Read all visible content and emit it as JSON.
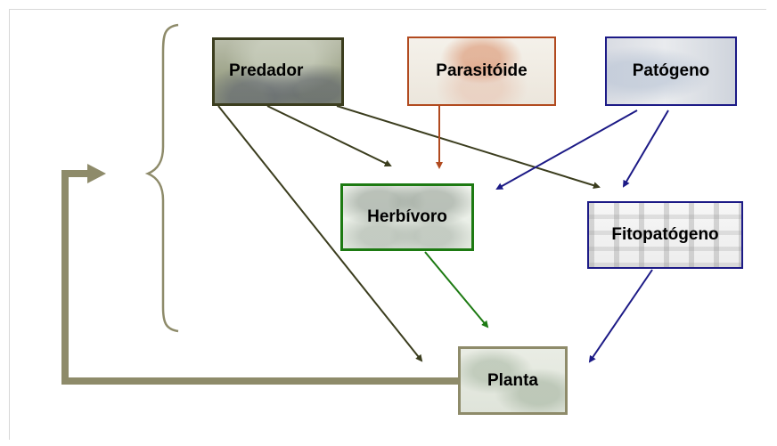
{
  "nodes": {
    "predador": {
      "label": "Predador"
    },
    "parasitoide": {
      "label": "Parasitóide"
    },
    "patogeno": {
      "label": "Patógeno"
    },
    "herbivoro": {
      "label": "Herbívoro"
    },
    "fitopatogeno": {
      "label": "Fitopatógeno"
    },
    "planta": {
      "label": "Planta"
    }
  },
  "edges": [
    {
      "from": "predador",
      "to": "herbivoro"
    },
    {
      "from": "predador",
      "to": "fitopatogeno"
    },
    {
      "from": "predador",
      "to": "planta"
    },
    {
      "from": "parasitoide",
      "to": "herbivoro"
    },
    {
      "from": "patogeno",
      "to": "herbivoro"
    },
    {
      "from": "patogeno",
      "to": "fitopatogeno"
    },
    {
      "from": "herbivoro",
      "to": "planta"
    },
    {
      "from": "fitopatogeno",
      "to": "planta"
    },
    {
      "from": "planta",
      "to": "brace-group"
    }
  ],
  "colors": {
    "predador": "#3b3d1e",
    "parasitoide": "#b14a1f",
    "patogeno": "#1c1a86",
    "herbivoro": "#1d7a12",
    "planta": "#8e8b6a",
    "brace": "#8e8b6a"
  }
}
